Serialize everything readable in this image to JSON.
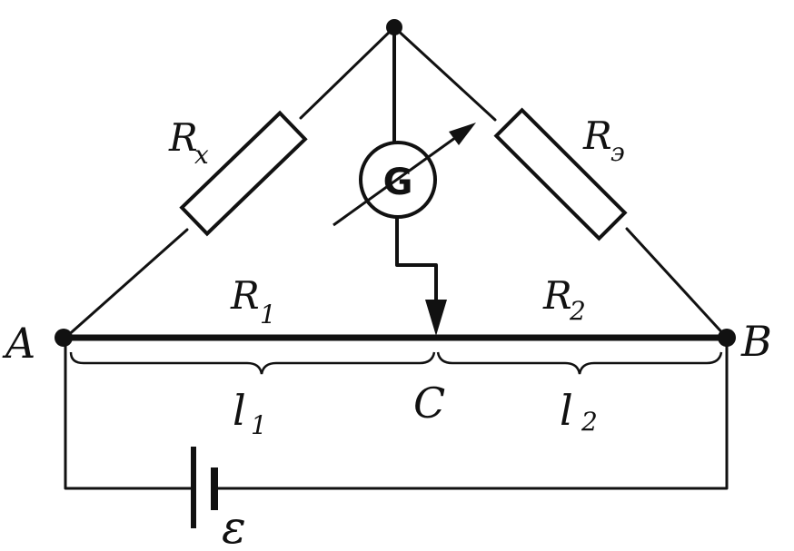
{
  "diagram": {
    "labels": {
      "node_a": "A",
      "node_b": "B",
      "node_c": "C",
      "resistor_x": {
        "main": "R",
        "sub": "x"
      },
      "resistor_e": {
        "main": "R",
        "sub": "э"
      },
      "r1": {
        "main": "R",
        "sub": "1"
      },
      "r2": {
        "main": "R",
        "sub": "2"
      },
      "l1": {
        "main": "l",
        "sub": "1"
      },
      "l2": {
        "main": "l",
        "sub": "2"
      },
      "galvanometer": "G",
      "emf": "ε"
    },
    "colors": {
      "ink": "#111111",
      "background": "#ffffff"
    }
  }
}
